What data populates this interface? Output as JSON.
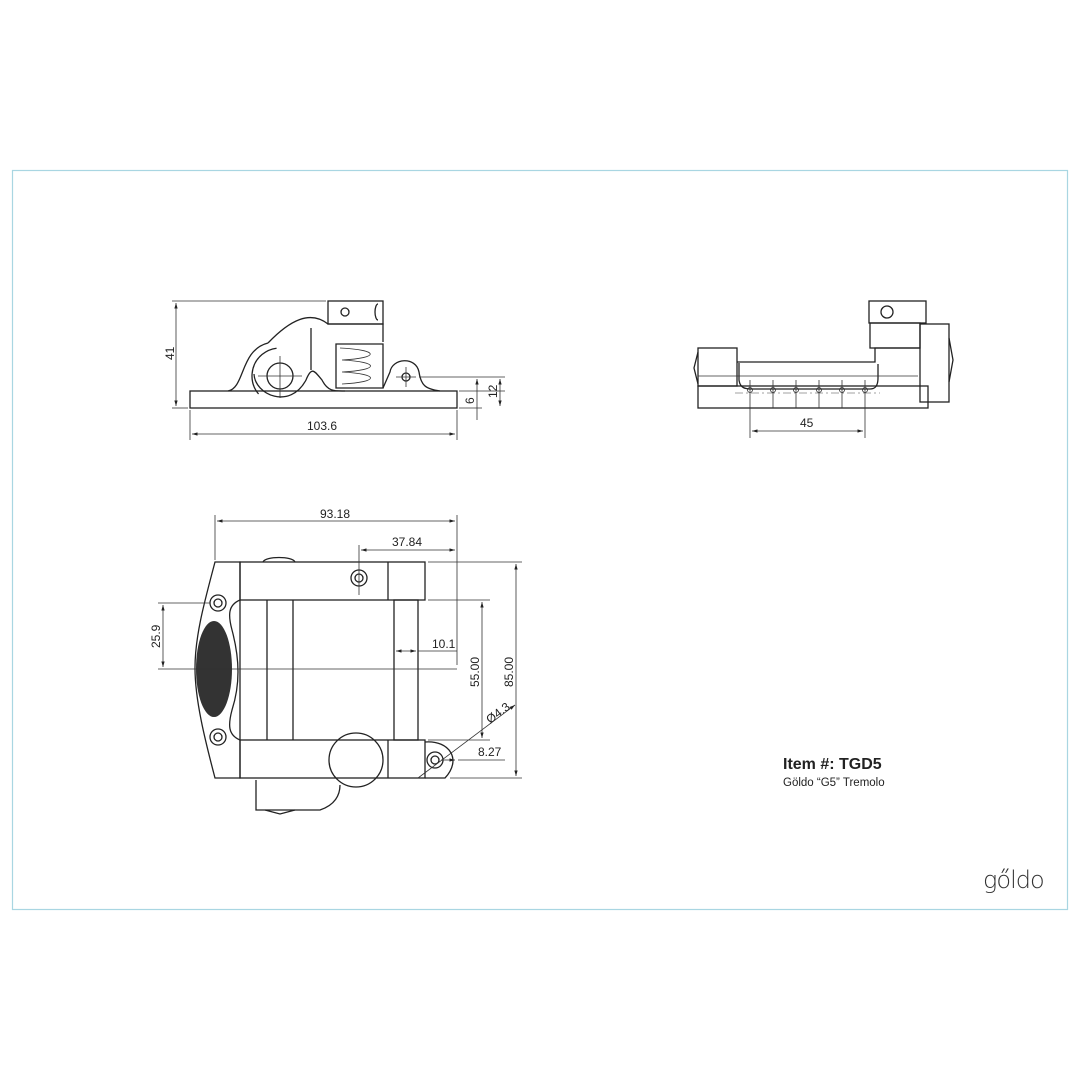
{
  "title_block": {
    "item": "Item #: TGD5",
    "description": "Göldo “G5” Tremolo"
  },
  "logo": "gőldo",
  "colors": {
    "frame": "#a9d6e2",
    "line": "#222222",
    "fill_dark": "#333333"
  },
  "side_view": {
    "dims": {
      "height": "41",
      "length": "103.6",
      "base": "6",
      "pivot": "12"
    }
  },
  "end_view": {
    "dims": {
      "string_spacing": "45"
    }
  },
  "top_view": {
    "dims": {
      "width": "93.18",
      "offset": "37.84",
      "arm": "25.9",
      "block": "10.1",
      "inner": "55.00",
      "outer": "85.00",
      "hole": "Ø4.3",
      "hole_offset": "8.27"
    }
  }
}
